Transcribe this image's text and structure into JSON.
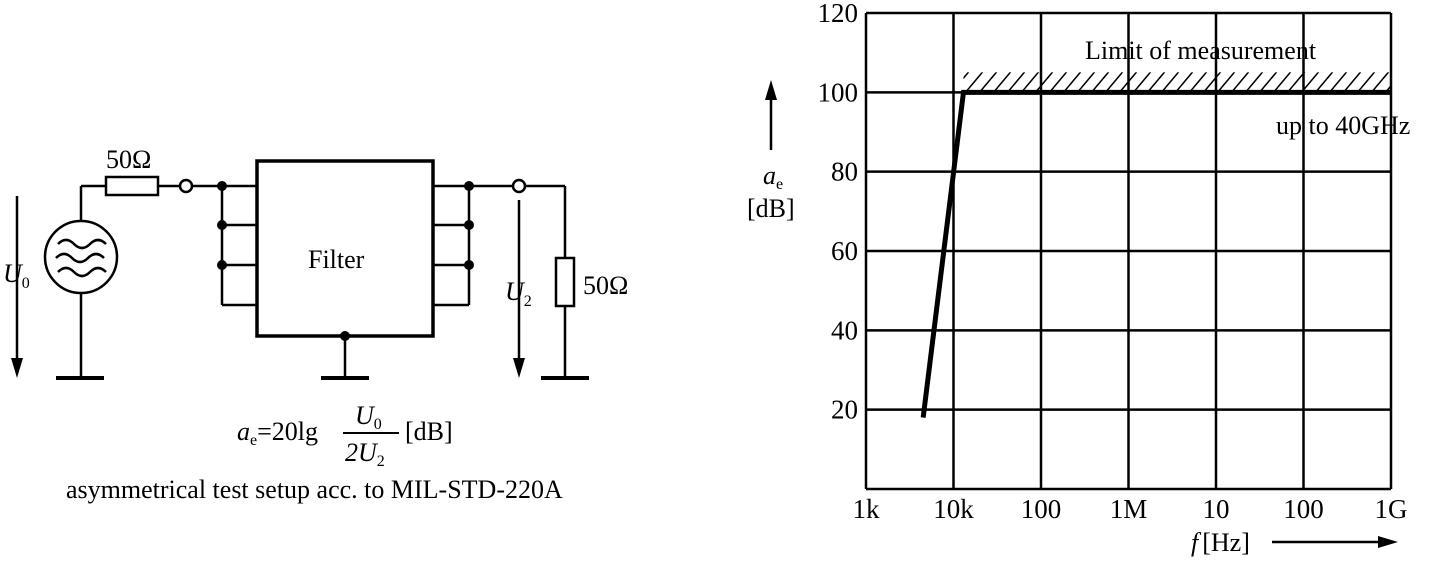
{
  "circuit": {
    "source_resistor": "50Ω",
    "load_resistor": "50Ω",
    "source_voltage": {
      "main": "U",
      "sub": "0"
    },
    "output_voltage": {
      "main": "U",
      "sub": "2"
    },
    "filter_label": "Filter",
    "formula": {
      "lhs_main": "a",
      "lhs_sub": "e",
      "eq": "=20lg",
      "num_main": "U",
      "num_sub": "0",
      "den_main": "2U",
      "den_sub": "2",
      "unit": "[dB]"
    },
    "caption": "asymmetrical test setup acc. to MIL-STD-220A"
  },
  "chart_data": {
    "type": "line",
    "x_scale": "log",
    "x_ticks": [
      "1k",
      "10k",
      "100",
      "1M",
      "10",
      "100",
      "1G"
    ],
    "y_ticks": [
      "20",
      "40",
      "60",
      "80",
      "100",
      "120"
    ],
    "ylim": [
      0,
      120
    ],
    "xlim": [
      1000,
      1000000000
    ],
    "ylabel_main": "a",
    "ylabel_sub": "e",
    "ylabel_unit": "[dB]",
    "xlabel_main": "f",
    "xlabel_unit": "[Hz]",
    "grid": true,
    "annotations": [
      "Limit of measurement",
      "up to 40GHz"
    ],
    "series": [
      {
        "x": [
          4500,
          13000,
          1000000000
        ],
        "y": [
          18,
          100,
          100
        ]
      }
    ],
    "limit_y": 100
  }
}
